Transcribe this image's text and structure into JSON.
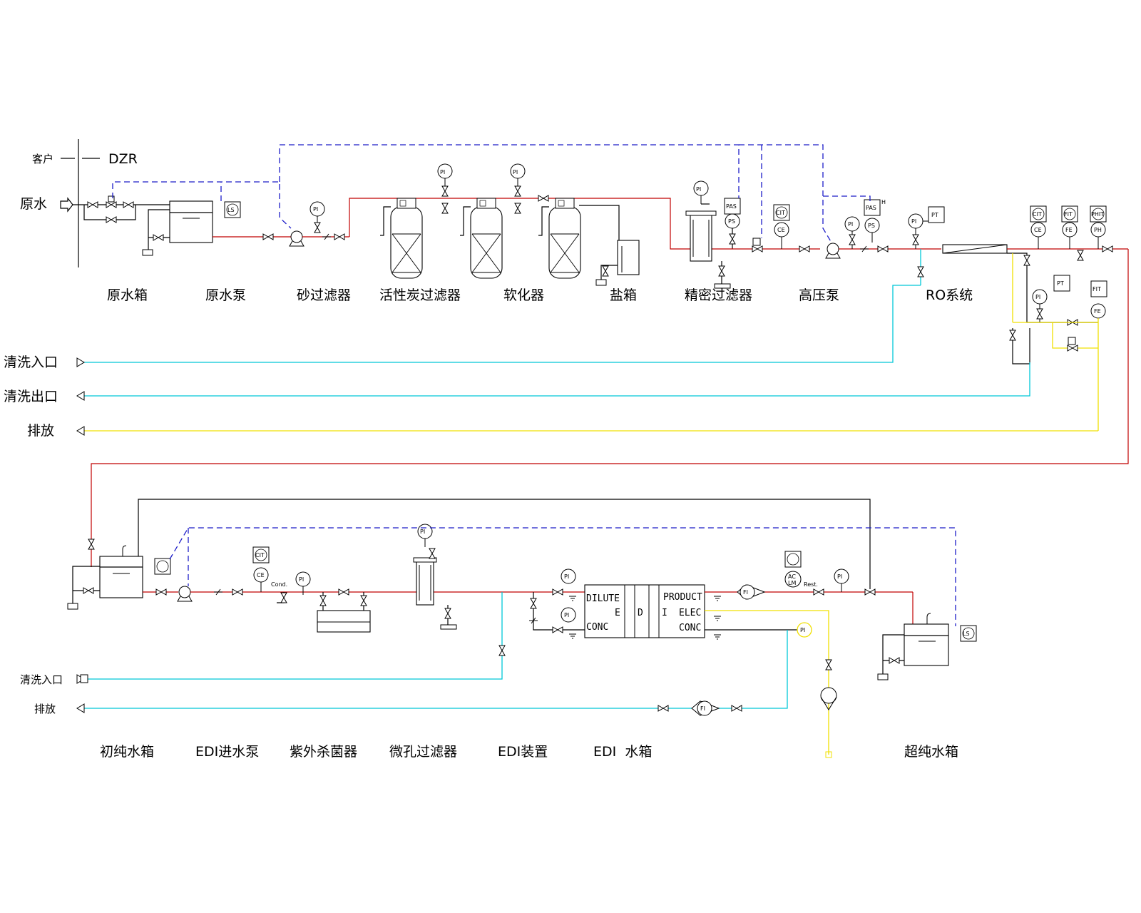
{
  "customer_boundary": {
    "left": "客户",
    "right": "DZR"
  },
  "stream_labels": {
    "raw_water_in": "原水",
    "ro_clean_in": "清洗入口",
    "ro_clean_out": "清洗出口",
    "ro_drain": "排放",
    "edi_clean_in": "清洗入口",
    "edi_drain": "排放"
  },
  "equipment_top": [
    "原水箱",
    "原水泵",
    "砂过滤器",
    "活性炭过滤器",
    "软化器",
    "盐箱",
    "精密过滤器",
    "高压泵",
    "RO系统"
  ],
  "equipment_bottom": [
    "初纯水箱",
    "EDI进水泵",
    "紫外杀菌器",
    "微孔过滤器",
    "EDI装置",
    "EDI  水箱",
    "超纯水箱"
  ],
  "edi_module": {
    "dilute": "DILUTE",
    "e": "E",
    "d": "D",
    "conc_left": "CONC",
    "i": "I",
    "product": "PRODUCT",
    "elec": "ELEC",
    "conc_right": "CONC"
  },
  "instruments": {
    "pi": "PI",
    "pas": "PAS",
    "ps": "PS",
    "cit": "CIT",
    "ce": "CE",
    "pt": "PT",
    "fit": "FIT",
    "fe": "FE",
    "phit": "PHIT",
    "ph": "PH",
    "fi": "FI",
    "ls": "LS",
    "ac": "AC",
    "lm": "LM",
    "cond": "Cond.",
    "rest": "Rest.",
    "h": "H"
  },
  "colors": {
    "process": "#c00000",
    "signal": "#1c1cc8",
    "cleaning": "#00c8d8",
    "drain": "#f0e000",
    "line": "#000000"
  }
}
